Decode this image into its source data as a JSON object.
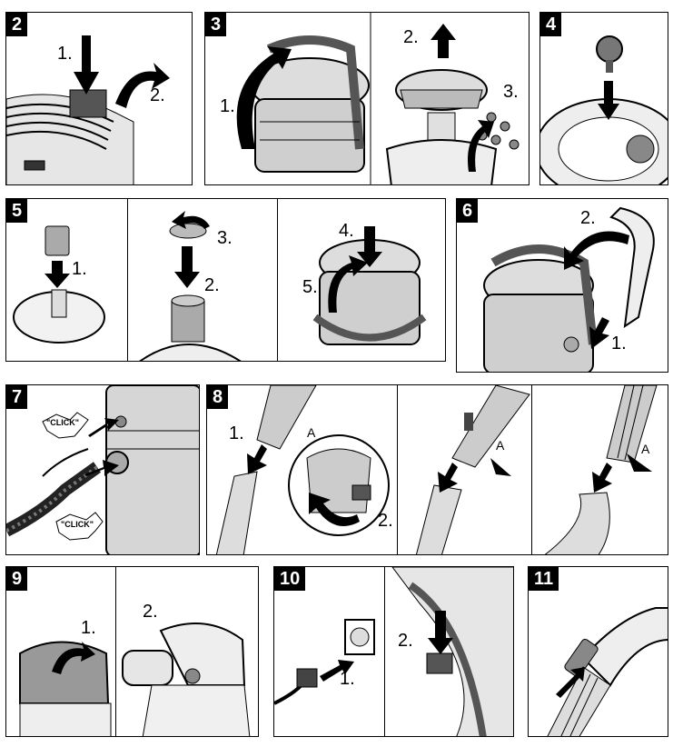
{
  "panels": [
    {
      "number": "2",
      "labels": [
        "1.",
        "2."
      ]
    },
    {
      "number": "3",
      "labels": [
        "1.",
        "2.",
        "3."
      ]
    },
    {
      "number": "4",
      "labels": []
    },
    {
      "number": "5",
      "labels": [
        "1.",
        "2.",
        "3.",
        "4.",
        "5."
      ]
    },
    {
      "number": "6",
      "labels": [
        "1.",
        "2."
      ]
    },
    {
      "number": "7",
      "labels": [
        "\"CLICK\"",
        "\"CLICK\""
      ]
    },
    {
      "number": "8",
      "labels": [
        "1.",
        "2.",
        "A",
        "A",
        "A"
      ]
    },
    {
      "number": "9",
      "labels": [
        "1.",
        "2."
      ]
    },
    {
      "number": "10",
      "labels": [
        "1.",
        "2."
      ]
    },
    {
      "number": "11",
      "labels": []
    }
  ]
}
